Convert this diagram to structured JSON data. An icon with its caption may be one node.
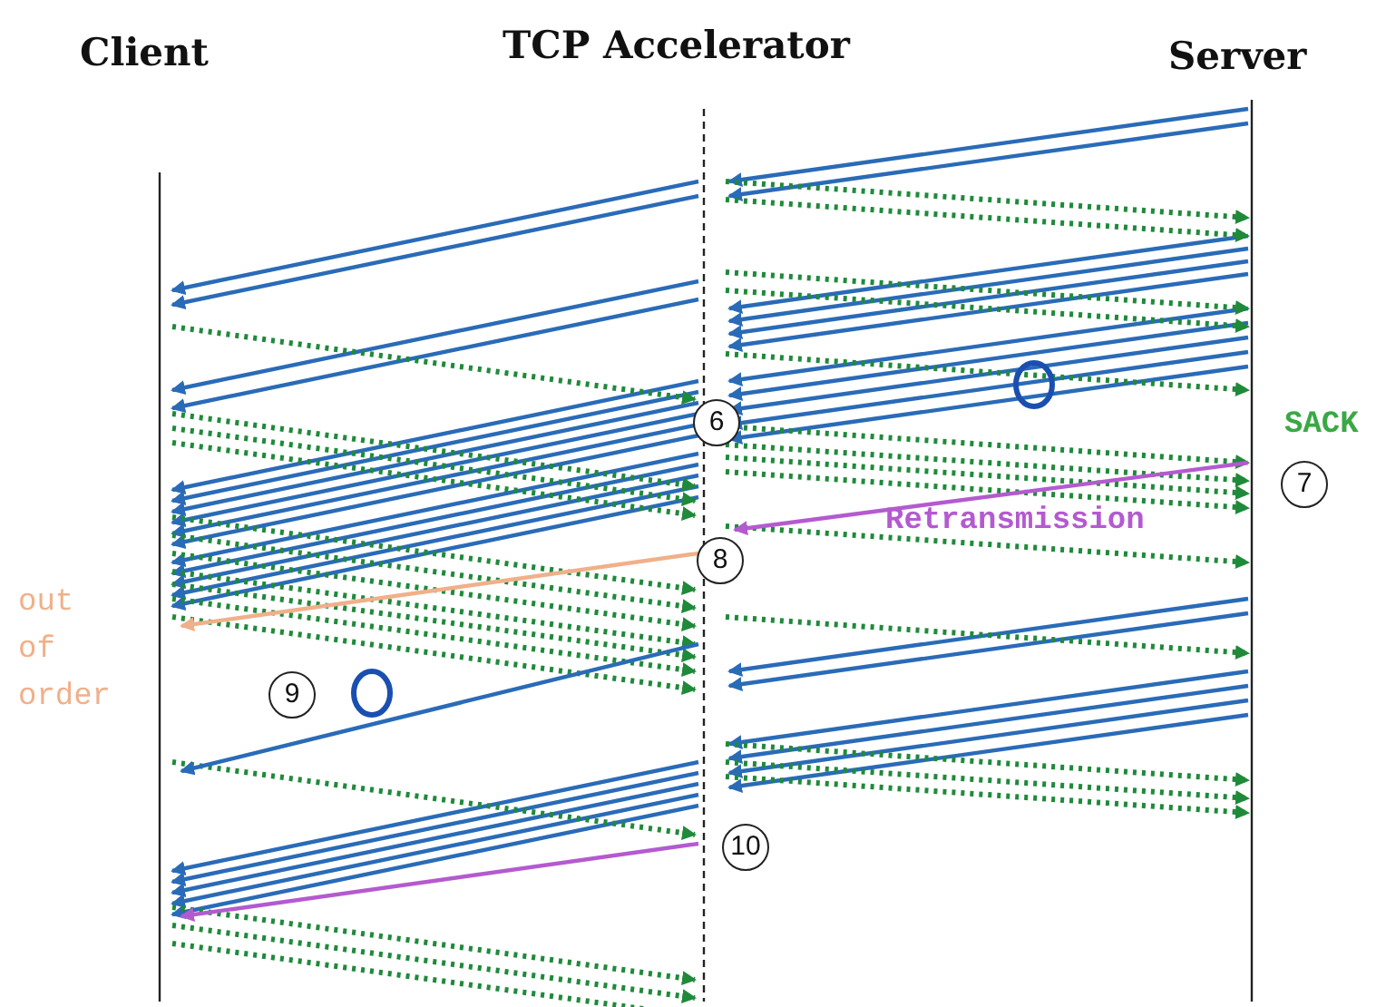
{
  "diagram": {
    "labels": [
      "Client",
      "TCP Accelerator",
      "Server",
      "6",
      "SACK",
      "7",
      "Retransmission",
      "8",
      "out of order",
      "9",
      "10"
    ]
  }
}
